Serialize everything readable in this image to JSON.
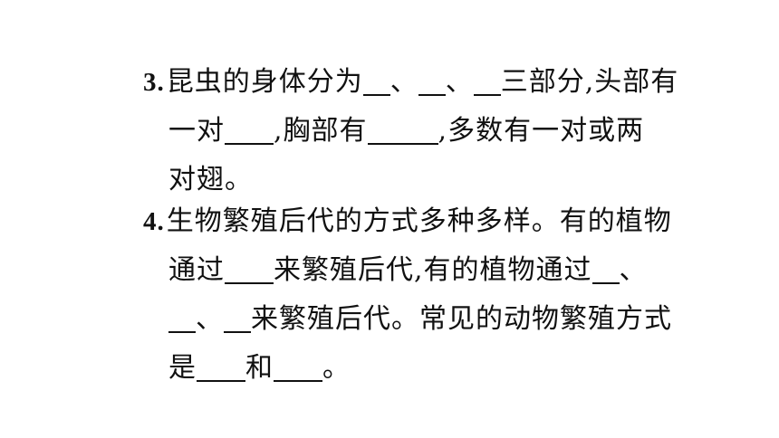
{
  "q3": {
    "num": "3.",
    "l1_a": "昆虫的身体分为",
    "l1_sep1": "、",
    "l1_sep2": "、",
    "l1_b": "三部分,头部有",
    "l2_a": "一对",
    "l2_b": ",胸部有",
    "l2_c": ",多数有一对或两",
    "l3": "对翅。"
  },
  "q4": {
    "num": "4.",
    "l1": "生物繁殖后代的方式多种多样。有的植物",
    "l2_a": "通过",
    "l2_b": "来繁殖后代,有的植物通过",
    "l2_c": "、",
    "l3_sep": "、",
    "l3_b": "来繁殖后代。常见的动物繁殖方式",
    "l4_a": "是",
    "l4_b": "和",
    "l4_c": "。"
  }
}
